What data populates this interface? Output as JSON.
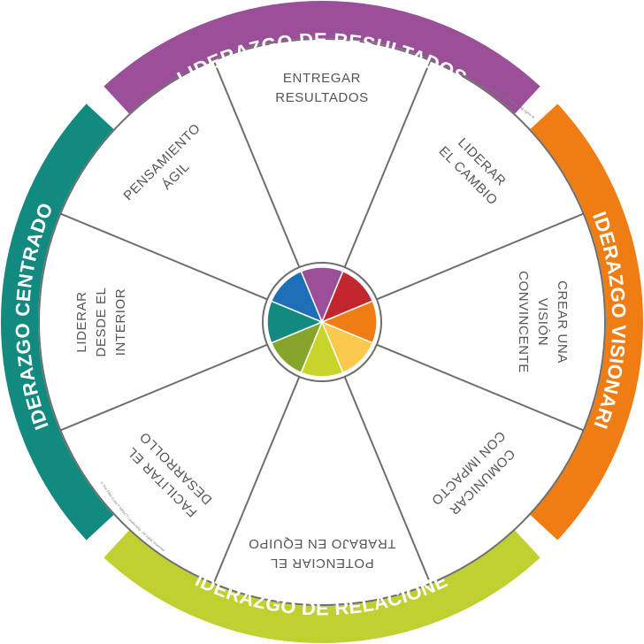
{
  "rings": [
    {
      "label": "LIDERAZGO DE RESULTADOS",
      "color": "#9b4f98"
    },
    {
      "label": "LIDERAZGO VISIONARIO",
      "color": "#ef7d13"
    },
    {
      "label": "LIDERAZGO DE RELACIONES",
      "color": "#bfd030"
    },
    {
      "label": "LIDERAZGO CENTRADO",
      "color": "#128a80"
    }
  ],
  "segments": [
    {
      "lines": [
        "ENTREGAR",
        "RESULTADOS"
      ]
    },
    {
      "lines": [
        "LIDERAR",
        "EL CAMBIO"
      ]
    },
    {
      "lines": [
        "CREAR UNA",
        "VISIÓN",
        "CONVINCENTE"
      ]
    },
    {
      "lines": [
        "COMUNICAR",
        "CON IMPACTO"
      ]
    },
    {
      "lines": [
        "POTENCIAR EL",
        "TRABAJO EN EQUIPO"
      ]
    },
    {
      "lines": [
        "FACILITAR EL",
        "DESARROLLO"
      ]
    },
    {
      "lines": [
        "LIDERAR",
        "DESDE EL",
        "INTERIOR"
      ]
    },
    {
      "lines": [
        "PENSAMIENTO",
        "ÁGIL"
      ]
    }
  ],
  "hub_colors": [
    "#9b4f98",
    "#c1272d",
    "#ef7d13",
    "#fbc94d",
    "#c8d42a",
    "#86a32a",
    "#128a80",
    "#1d6fb8"
  ],
  "small_print": [
    "© The PMA Code™ MPACT Leadership · All rights reserved",
    "© The PMA Code™ MPACT Leadership · All rights reserved"
  ]
}
